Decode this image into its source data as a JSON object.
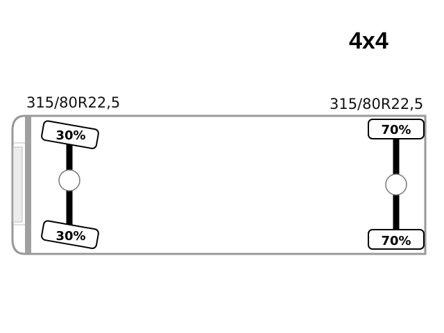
{
  "drive_type": "4x4",
  "axles": [
    {
      "position": "front",
      "tire_size": "315/80R22,5",
      "top_load": "30%",
      "bottom_load": "30%"
    },
    {
      "position": "rear",
      "tire_size": "315/80R22,5",
      "top_load": "70%",
      "bottom_load": "70%"
    }
  ]
}
